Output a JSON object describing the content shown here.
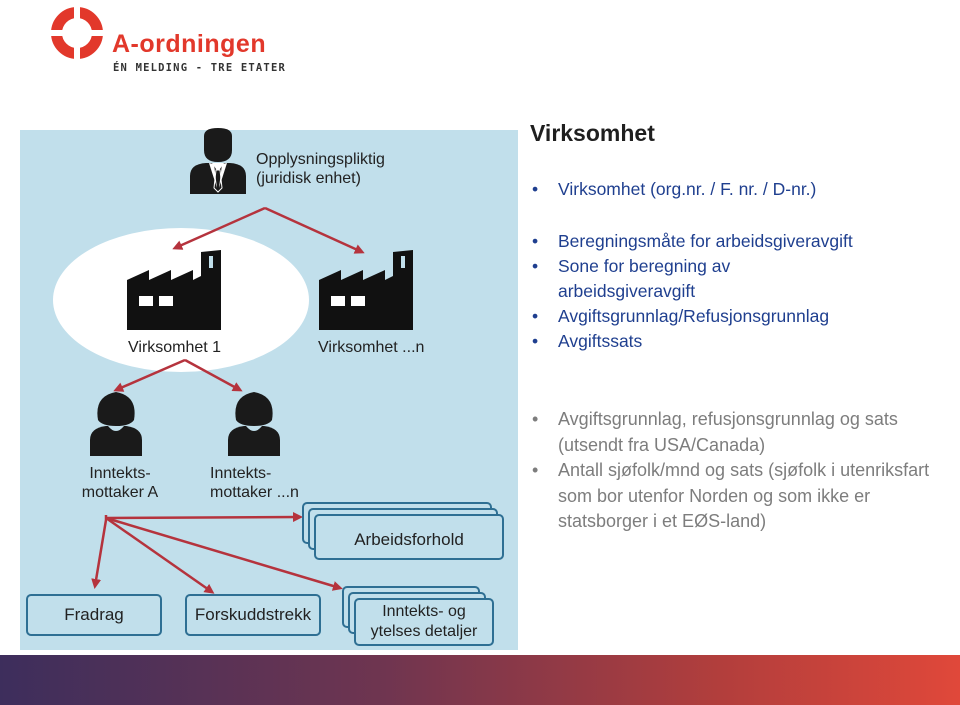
{
  "logo": {
    "name": "A-ordningen",
    "tagline": "ÉN MELDING - TRE ETATER",
    "color": "#e2382b"
  },
  "left": {
    "employer_label": "Opplysningspliktig\n(juridisk enhet)",
    "company1": "Virksomhet 1",
    "company_n": "Virksomhet ...n",
    "recipient_a": "Inntekts-\nmottaker A",
    "recipient_n": "Inntekts-\nmottaker ...n",
    "employment": "Arbeidsforhold",
    "deduction": "Fradrag",
    "withholding": "Forskuddstrekk",
    "income_details": "Inntekts- og\nytelses detaljer",
    "panel_color": "#c1dfeb",
    "border_color": "#2e6f93"
  },
  "right": {
    "title": "Virksomhet",
    "group1": [
      "Virksomhet (org.nr. / F. nr. / D-nr.)"
    ],
    "group2": [
      "Beregningsmåte for arbeidsgiveravgift",
      "Sone for beregning av arbeidsgiveravgift",
      "Avgiftsgrunnlag/Refusjonsgrunnlag",
      "Avgiftssats"
    ],
    "group3": [
      "Avgiftsgrunnlag, refusjonsgrunnlag og sats (utsendt fra USA/Canada)",
      "Antall sjøfolk/mnd og sats (sjøfolk i utenriksfart som bor utenfor Norden og som ikke er statsborger i et EØS-land)"
    ]
  },
  "icons": [
    "lifebuoy-logo-icon",
    "businessman-icon",
    "factory-icon",
    "woman-icon"
  ]
}
